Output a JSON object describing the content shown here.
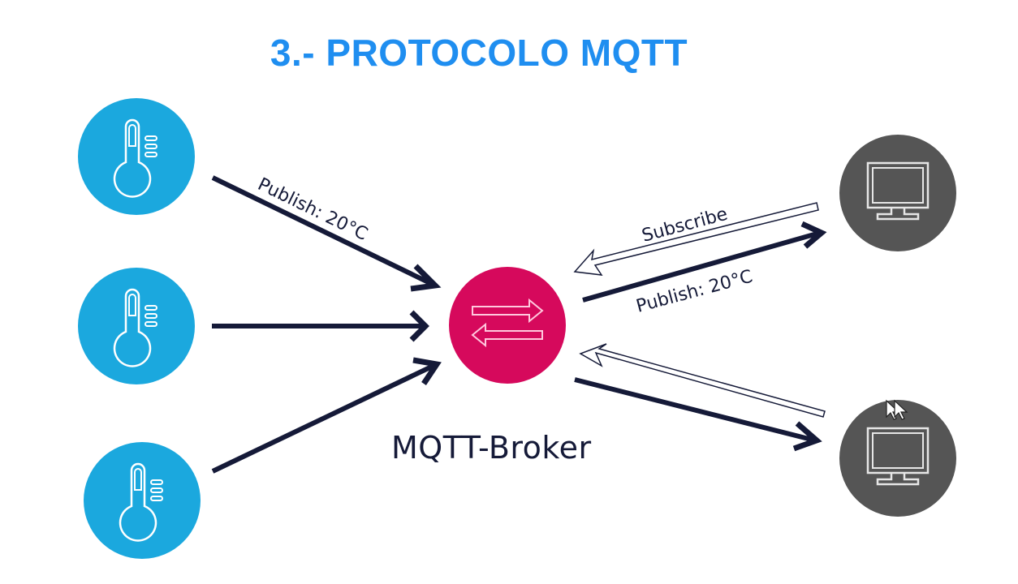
{
  "slide": {
    "title": "3.- PROTOCOLO MQTT",
    "colors": {
      "title": "#1f8ef0",
      "sensor": "#1ba8de",
      "broker": "#d6095c",
      "client": "#555555",
      "arrow": "#151a38"
    }
  },
  "sensors": [
    {
      "icon": "thermometer-icon",
      "arrow_label": "Publish: 20°C"
    },
    {
      "icon": "thermometer-icon",
      "arrow_label": ""
    },
    {
      "icon": "thermometer-icon",
      "arrow_label": ""
    }
  ],
  "broker": {
    "label": "MQTT-Broker",
    "icon": "exchange-arrows-icon"
  },
  "clients": [
    {
      "icon": "monitor-icon",
      "subscribe_label": "Subscribe",
      "publish_label": "Publish: 20°C"
    },
    {
      "icon": "monitor-icon",
      "subscribe_label": "",
      "publish_label": ""
    }
  ],
  "cursor": {
    "icon": "mouse-cursor-icon"
  }
}
